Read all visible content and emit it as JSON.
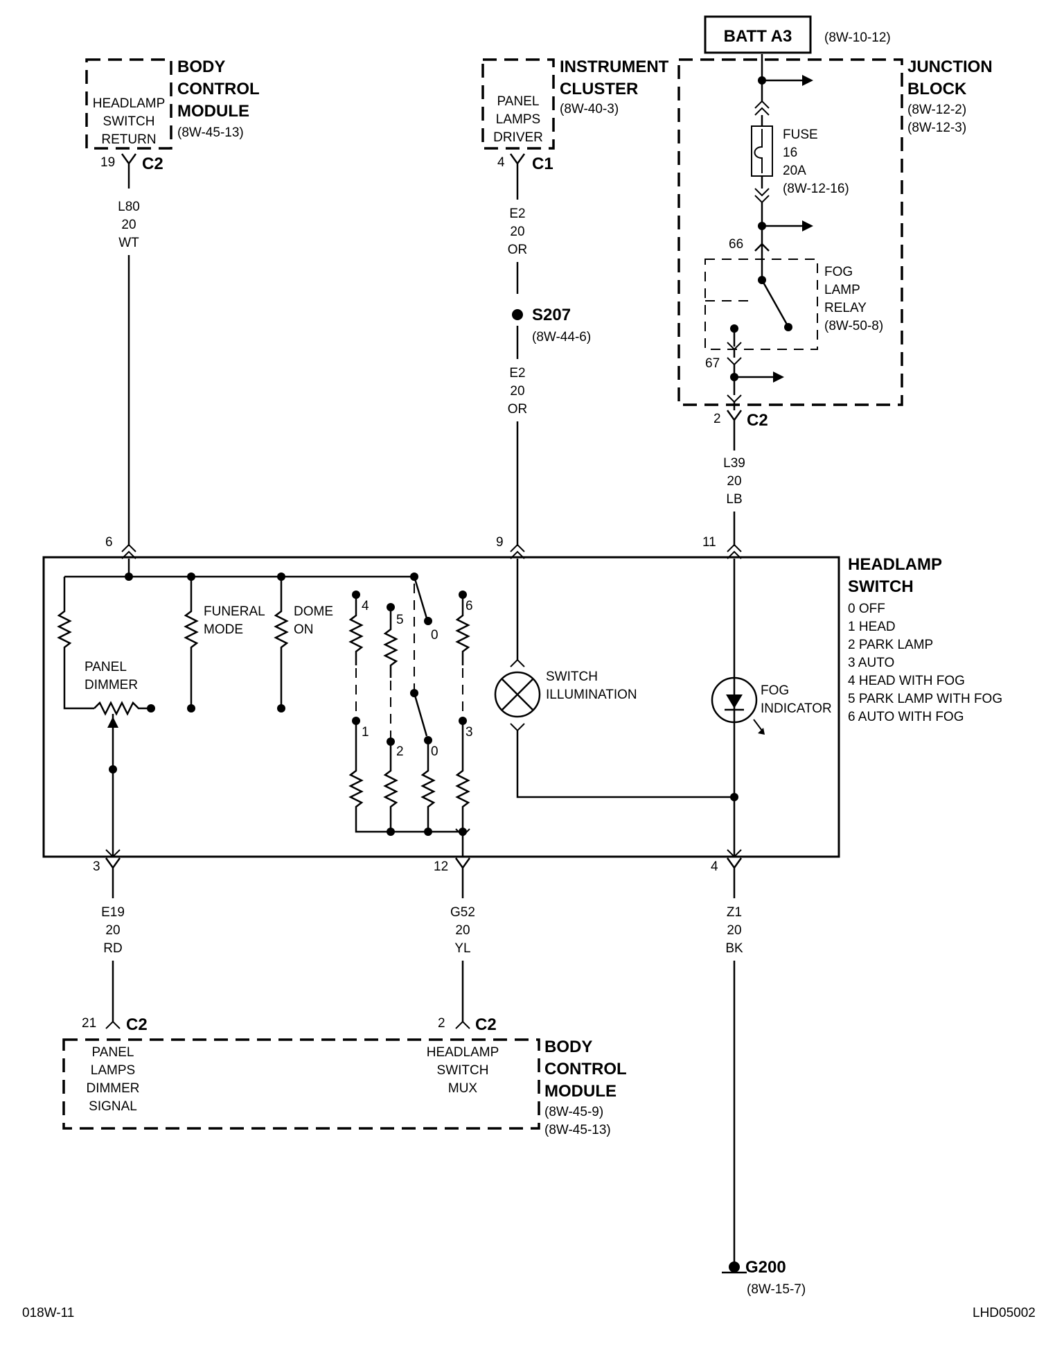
{
  "title": {
    "batt": "BATT A3",
    "batt_ref": "(8W-10-12)"
  },
  "bcm_top": {
    "inner": [
      "HEADLAMP",
      "SWITCH",
      "RETURN"
    ],
    "name": [
      "BODY",
      "CONTROL",
      "MODULE"
    ],
    "ref": "(8W-45-13)",
    "pin": "19",
    "conn": "C2",
    "wire": [
      "L80",
      "20",
      "WT"
    ]
  },
  "cluster": {
    "inner": [
      "PANEL",
      "LAMPS",
      "DRIVER"
    ],
    "name": [
      "INSTRUMENT",
      "CLUSTER"
    ],
    "ref": "(8W-40-3)",
    "pin": "4",
    "conn": "C1",
    "wire1": [
      "E2",
      "20",
      "OR"
    ],
    "splice": "S207",
    "splice_ref": "(8W-44-6)",
    "wire2": [
      "E2",
      "20",
      "OR"
    ]
  },
  "junction": {
    "name": [
      "JUNCTION",
      "BLOCK"
    ],
    "refs": [
      "(8W-12-2)",
      "(8W-12-3)"
    ],
    "fuse": [
      "FUSE",
      "16",
      "20A",
      "(8W-12-16)"
    ],
    "pin_66": "66",
    "relay": [
      "FOG",
      "LAMP",
      "RELAY",
      "(8W-50-8)"
    ],
    "pin_67": "67",
    "pin": "2",
    "conn": "C2",
    "wire": [
      "L39",
      "20",
      "LB"
    ]
  },
  "switch": {
    "name": [
      "HEADLAMP",
      "SWITCH"
    ],
    "positions": [
      "0 OFF",
      "1 HEAD",
      "2 PARK LAMP",
      "3 AUTO",
      "4 HEAD WITH FOG",
      "5 PARK LAMP WITH FOG",
      "6 AUTO WITH FOG"
    ],
    "pin_top_left": "6",
    "pin_top_mid": "9",
    "pin_top_right": "11",
    "panel_dimmer": [
      "PANEL",
      "DIMMER"
    ],
    "funeral": [
      "FUNERAL",
      "MODE"
    ],
    "dome": [
      "DOME",
      "ON"
    ],
    "switch_illum": [
      "SWITCH",
      "ILLUMINATION"
    ],
    "fog_indicator": [
      "FOG",
      "INDICATOR"
    ],
    "res_labels_top": [
      "4",
      "5",
      "0",
      "6"
    ],
    "res_labels_bot": [
      "1",
      "2",
      "0",
      "3"
    ],
    "pin_bot_left": "3",
    "pin_bot_mid": "12",
    "pin_bot_right": "4"
  },
  "lower": {
    "wire_left": [
      "E19",
      "20",
      "RD"
    ],
    "wire_mid": [
      "G52",
      "20",
      "YL"
    ],
    "wire_right": [
      "Z1",
      "20",
      "BK"
    ]
  },
  "bcm_bottom": {
    "pin_left": "21",
    "conn_left": "C2",
    "pin_right": "2",
    "conn_right": "C2",
    "inner_left": [
      "PANEL",
      "LAMPS",
      "DIMMER",
      "SIGNAL"
    ],
    "inner_right": [
      "HEADLAMP",
      "SWITCH",
      "MUX"
    ],
    "name": [
      "BODY",
      "CONTROL",
      "MODULE"
    ],
    "refs": [
      "(8W-45-9)",
      "(8W-45-13)"
    ]
  },
  "ground": {
    "name": "G200",
    "ref": "(8W-15-7)"
  },
  "footer": {
    "left": "018W-11",
    "right": "LHD05002"
  }
}
